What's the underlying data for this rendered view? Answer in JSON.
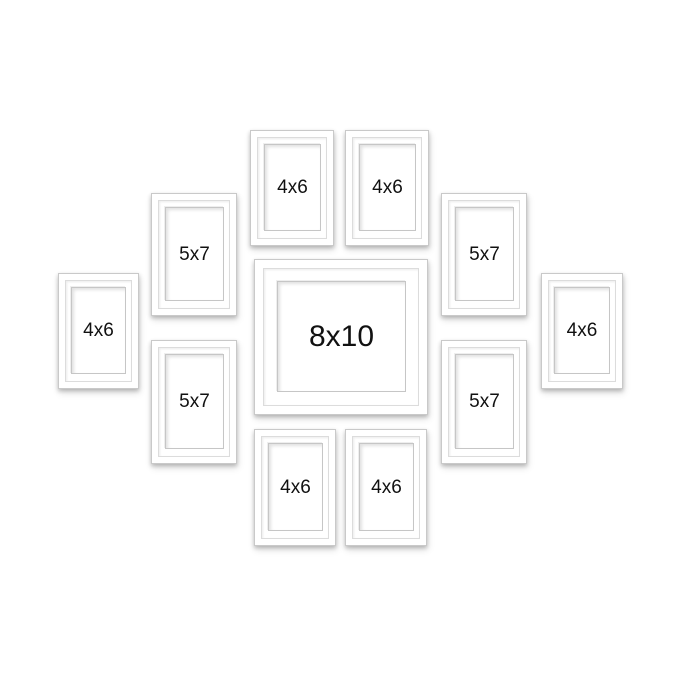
{
  "frames": [
    {
      "id": "top-left-4x6",
      "label": "4x6"
    },
    {
      "id": "top-right-4x6",
      "label": "4x6"
    },
    {
      "id": "upper-left-5x7",
      "label": "5x7"
    },
    {
      "id": "upper-right-5x7",
      "label": "5x7"
    },
    {
      "id": "far-left-4x6",
      "label": "4x6"
    },
    {
      "id": "center-8x10",
      "label": "8x10"
    },
    {
      "id": "far-right-4x6",
      "label": "4x6"
    },
    {
      "id": "lower-left-5x7",
      "label": "5x7"
    },
    {
      "id": "lower-right-5x7",
      "label": "5x7"
    },
    {
      "id": "bottom-left-4x6",
      "label": "4x6"
    },
    {
      "id": "bottom-right-4x6",
      "label": "4x6"
    }
  ]
}
